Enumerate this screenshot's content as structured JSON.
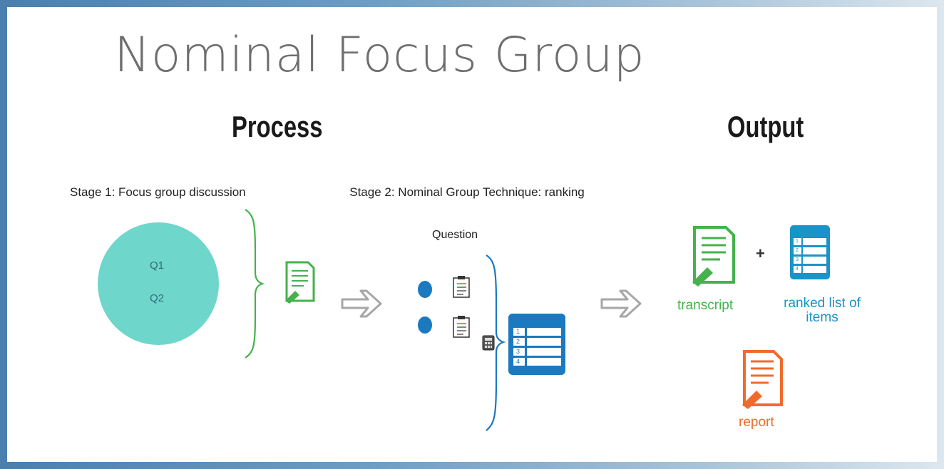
{
  "title": "Nominal Focus Group",
  "headings": {
    "process": "Process",
    "output": "Output"
  },
  "stage1": {
    "label": "Stage 1: Focus group discussion",
    "questions": [
      "Q1",
      "Q2"
    ]
  },
  "stage2": {
    "label": "Stage 2: Nominal Group Technique: ranking",
    "question_label": "Question"
  },
  "table_rows": [
    "1",
    "2",
    "3",
    "4"
  ],
  "outputs": {
    "transcript": "transcript",
    "ranked_list": "ranked list of items",
    "report": "report",
    "plus": "+"
  },
  "colors": {
    "green": "#45b24b",
    "blue": "#1a93c8",
    "orange": "#f26a2b",
    "teal_circle": "#6fd6cb",
    "gray_arrow": "#a7a7a7"
  },
  "icons": {
    "arrow": "right-arrow-icon",
    "document": "document-pencil-icon",
    "table": "ranked-table-icon",
    "clipboard": "clipboard-icon",
    "calculator": "calculator-icon",
    "participant": "participant-dot-icon"
  }
}
